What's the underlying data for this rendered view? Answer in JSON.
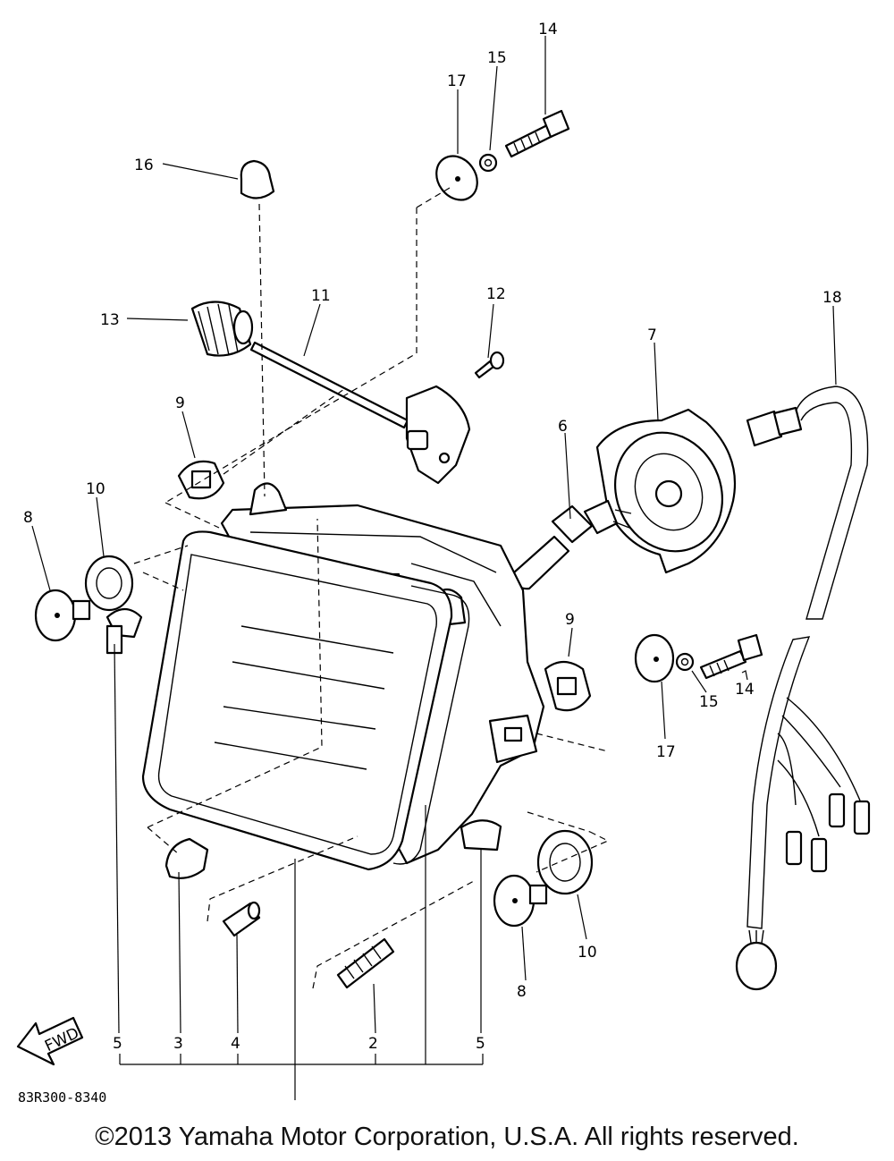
{
  "diagram_code": "83R300-8340",
  "fwd_label": "FWD",
  "copyright": "©2013 Yamaha Motor Corporation, U.S.A. All rights reserved.",
  "callouts": {
    "c14a": "14",
    "c15a": "15",
    "c17a": "17",
    "c16": "16",
    "c13": "13",
    "c11": "11",
    "c12": "12",
    "c18": "18",
    "c7": "7",
    "c6": "6",
    "c9a": "9",
    "c10a": "10",
    "c8a": "8",
    "c9b": "9",
    "c14b": "14",
    "c15b": "15",
    "c17b": "17",
    "c10b": "10",
    "c8b": "8",
    "c5a": "5",
    "c3": "3",
    "c4": "4",
    "c2": "2",
    "c5b": "5"
  }
}
